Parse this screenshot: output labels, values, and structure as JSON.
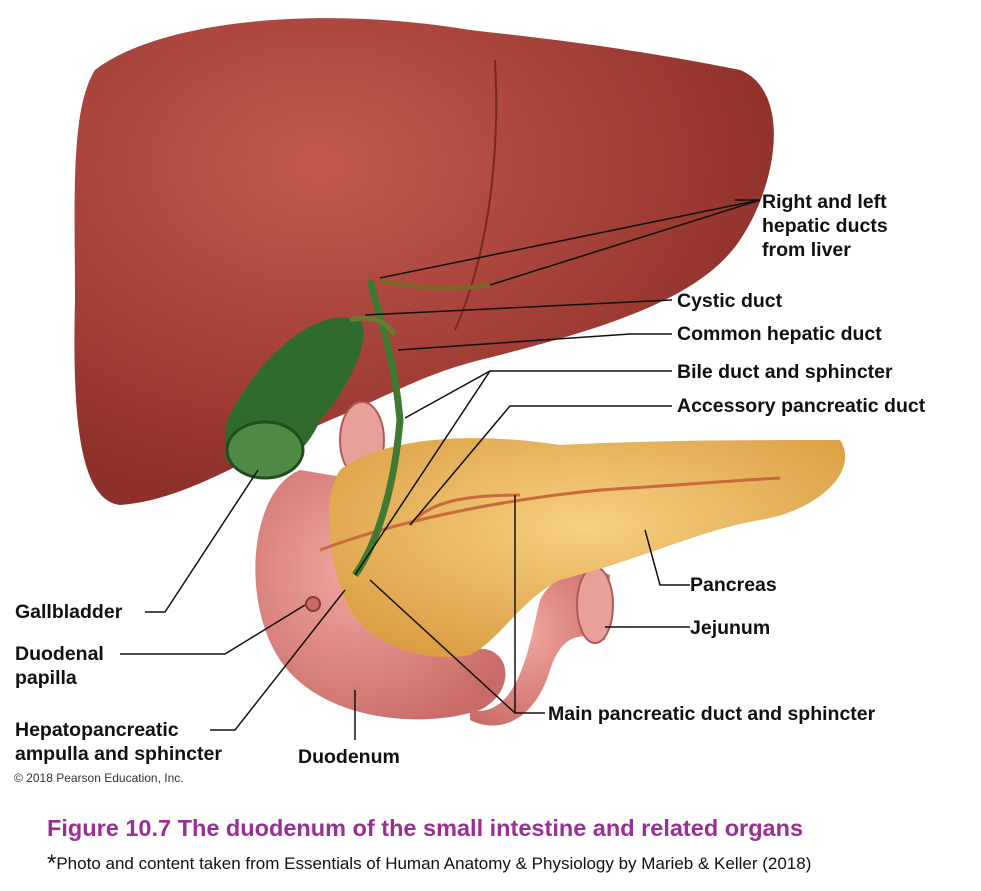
{
  "labels": {
    "hepatic_ducts": [
      "Right and left",
      "hepatic ducts",
      "from liver"
    ],
    "cystic_duct": "Cystic duct",
    "common_hepatic_duct": "Common hepatic duct",
    "bile_duct": "Bile duct and sphincter",
    "accessory_pancreatic_duct": "Accessory pancreatic duct",
    "pancreas": "Pancreas",
    "jejunum": "Jejunum",
    "main_pancreatic_duct": "Main pancreatic duct and sphincter",
    "gallbladder": "Gallbladder",
    "duodenal_papilla": [
      "Duodenal",
      "papilla"
    ],
    "hepatopancreatic_ampulla": [
      "Hepatopancreatic",
      "ampulla and sphincter"
    ],
    "duodenum": "Duodenum"
  },
  "copyright": "© 2018 Pearson Education, Inc.",
  "caption": "Figure 10.7 The duodenum of the small intestine and related organs",
  "source_star": "*",
  "source": "Photo and content taken from Essentials of Human Anatomy & Physiology by Marieb & Keller (2018)",
  "colors": {
    "caption": "#9b2d96",
    "liver": "#a8433b",
    "pancreas": "#e8b45a",
    "duodenum": "#e08a88",
    "gallbladder": "#2f6b2c"
  }
}
